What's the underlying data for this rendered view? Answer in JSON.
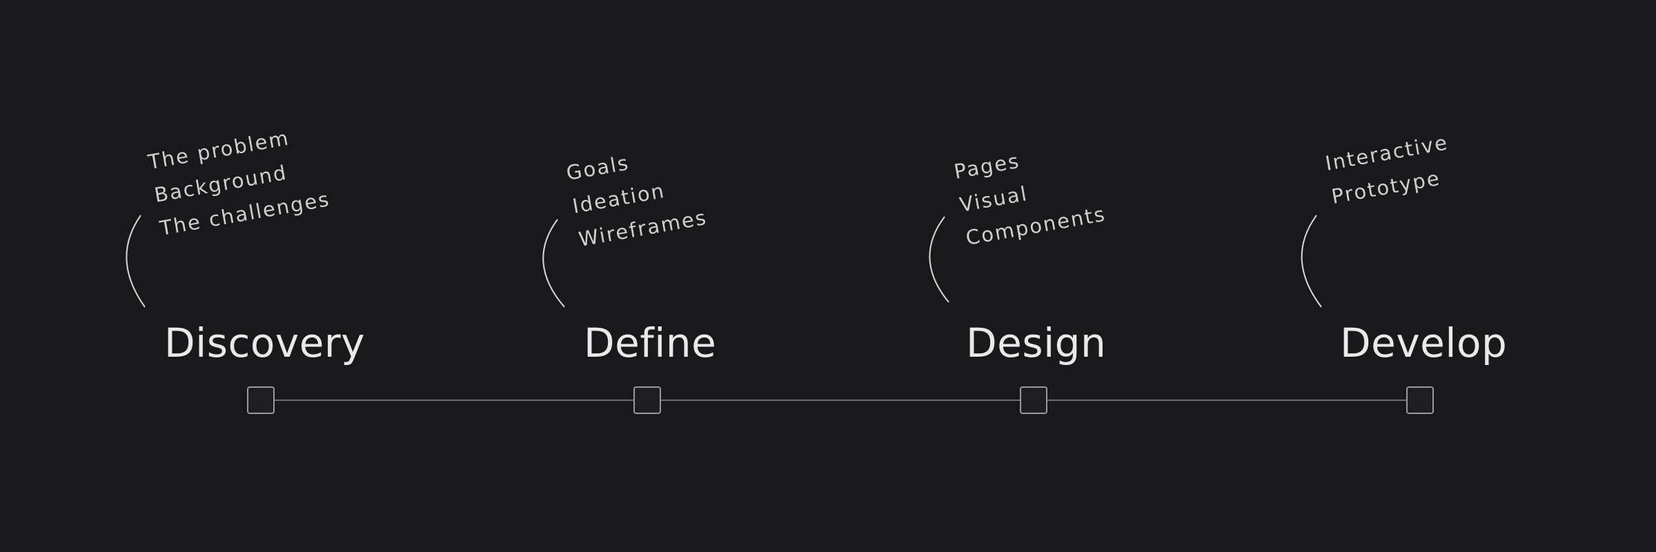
{
  "stages": [
    {
      "title": "Discovery",
      "items": [
        "The problem",
        "Background",
        "The challenges"
      ]
    },
    {
      "title": "Define",
      "items": [
        "Goals",
        "Ideation",
        "Wireframes"
      ]
    },
    {
      "title": "Design",
      "items": [
        "Pages",
        "Visual",
        "Components"
      ]
    },
    {
      "title": "Develop",
      "items": [
        "Interactive",
        "Prototype"
      ]
    }
  ],
  "colors": {
    "background": "#19191b",
    "text": "#e9e9e9",
    "subtext": "#cfcfcf",
    "line": "#6d6d6f",
    "marker_stroke": "#9a9a9c"
  }
}
